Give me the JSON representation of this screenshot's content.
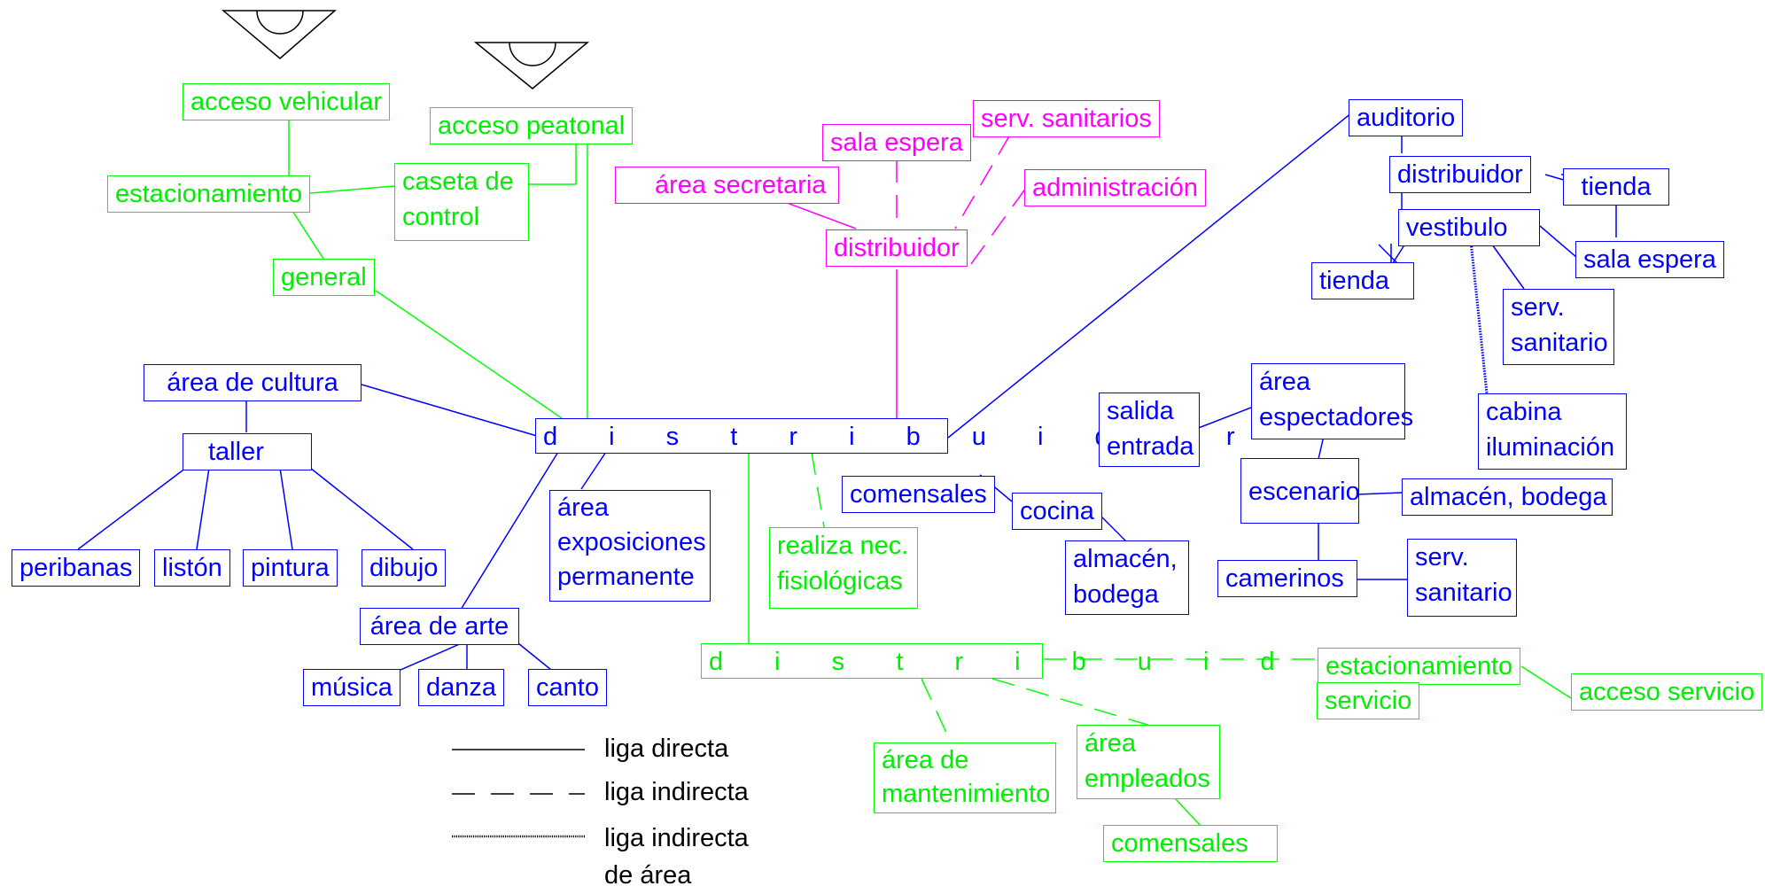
{
  "colors": {
    "green": "#00ee00",
    "magenta": "#ff00ff",
    "blue": "#0000ff",
    "black": "#000000"
  },
  "nodes": {
    "acceso_vehicular": "acceso vehicular",
    "acceso_peatonal": "acceso peatonal",
    "estacionamiento_1": "estacionamiento",
    "caseta_control": "caseta de\ncontrol",
    "general": "general",
    "area_cultura": "área de cultura",
    "taller": "taller",
    "peribanas": "peribanas",
    "liston": "listón",
    "pintura": "pintura",
    "dibujo": "dibujo",
    "distribuidor_main": "d i s t r i b u i d o r",
    "area_exposiciones": "área\nexposiciones\npermanente",
    "area_arte": "área de arte",
    "musica": "música",
    "danza": "danza",
    "canto": "canto",
    "realiza_nec": "realiza nec.\nfisiológicas",
    "distribuidor_green": "d i s t r i b u i d o r",
    "area_mantenimiento": "área de\nmantenimiento",
    "area_empleados": "área\nempleados",
    "comensales_green": "comensales",
    "estacionamiento_2": "estacionamiento",
    "servicio": "servicio",
    "acceso_servicio": "acceso servicio",
    "sala_espera_mag": "sala espera",
    "serv_sanitarios": "serv. sanitarios",
    "area_secretaria": "área secretaria",
    "administracion": "administración",
    "distribuidor_mag": "distribuidor",
    "comensales_blue": "comensales",
    "cocina": "cocina",
    "almacen_bodega_1": "almacén,\nbodega",
    "auditorio": "auditorio",
    "distribuidor_aud": "distribuidor",
    "tienda_1": "tienda",
    "vestibulo": "vestibulo",
    "sala_espera_blue": "sala espera",
    "tienda_2": "tienda",
    "serv_sanitario_1": "serv.\nsanitario",
    "cabina_iluminacion": "cabina\niluminación",
    "salida_entrada": "salida\nentrada",
    "area_espectadores": "área\nespectadores",
    "escenario": "escenario",
    "almacen_bodega_2": "almacén, bodega",
    "camerinos": "camerinos",
    "serv_sanitario_2": "serv.\nsanitario"
  },
  "legend": {
    "directa": "liga directa",
    "indirecta": "liga indirecta",
    "indirecta_area": "liga indirecta\nde área"
  }
}
